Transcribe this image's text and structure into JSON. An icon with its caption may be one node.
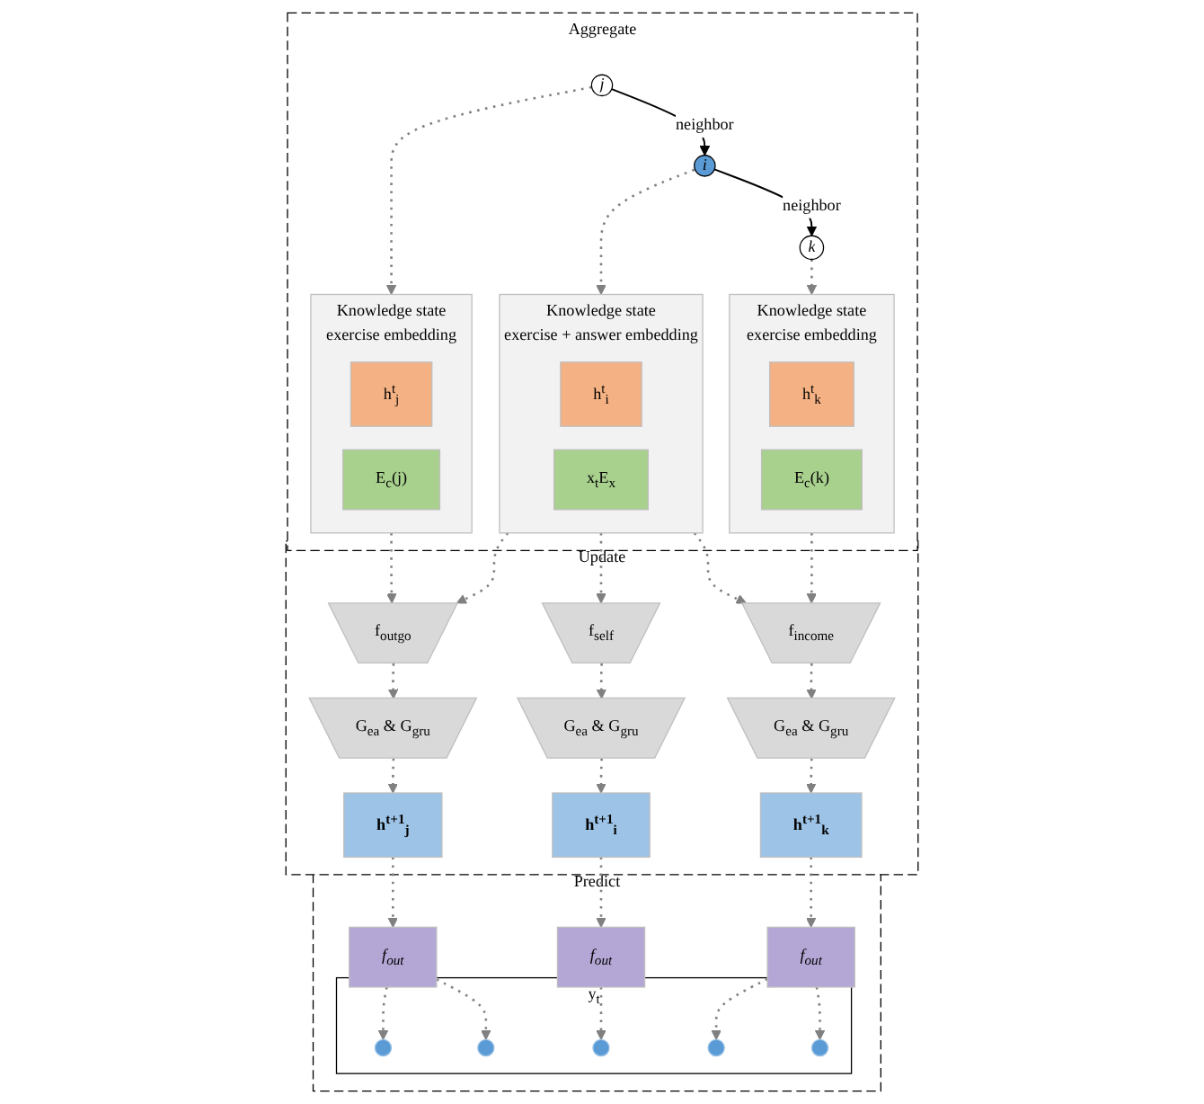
{
  "diagram": {
    "nodes": [
      {
        "text": [
          "Aggregate"
        ]
      },
      {
        "text": [
          "j"
        ],
        "in": 0
      },
      {
        "text": [
          "i"
        ],
        "in": 0
      },
      {
        "text": [
          "k"
        ],
        "in": 0
      },
      {
        "text": [
          "Knowledge state",
          "exercise embedding"
        ],
        "in": 0
      },
      {
        "text": [
          "h$^{t}$$_{j}$"
        ],
        "in": 4
      },
      {
        "text": [
          "E$_{c}$(j)"
        ],
        "in": 4
      },
      {
        "text": [
          "Knowledge state",
          "exercise + answer embedding"
        ],
        "in": 0
      },
      {
        "text": [
          "h$^{t}$$_{i}$"
        ],
        "in": 7
      },
      {
        "text": [
          "x$_{t}$E$_{x}$"
        ],
        "in": 7
      },
      {
        "text": [
          "Knowledge state",
          "exercise embedding"
        ],
        "in": 0
      },
      {
        "text": [
          "h$^{t}$$_{k}$"
        ],
        "in": 10
      },
      {
        "text": [
          "E$_{c}$(k)"
        ],
        "in": 10
      },
      {
        "text": [
          "Update"
        ]
      },
      {
        "text": [
          "f$_{outgo}$"
        ],
        "in": 13
      },
      {
        "text": [
          "G$_{ea}$ & G$_{gru}$"
        ],
        "in": 13
      },
      {
        "text": [
          "h$^{t+1}$$_{j}$"
        ],
        "in": 13
      },
      {
        "text": [
          "f$_{self}$"
        ],
        "in": 13
      },
      {
        "text": [
          "G$_{ea}$ & G$_{gru}$"
        ],
        "in": 13
      },
      {
        "text": [
          "h$^{t+1}$$_{i}$"
        ],
        "in": 13
      },
      {
        "text": [
          "f$_{income}$"
        ],
        "in": 13
      },
      {
        "text": [
          "G$_{ea}$ & G$_{gru}$"
        ],
        "in": 13
      },
      {
        "text": [
          "h$^{t+1}$$_{k}$"
        ],
        "in": 13
      },
      {
        "text": [
          "Predict"
        ]
      },
      {
        "text": [
          "f$_{out}$"
        ],
        "in": 23
      },
      {
        "text": [
          "f$_{out}$"
        ],
        "in": 23
      },
      {
        "text": [
          "f$_{out}$"
        ],
        "in": 23
      },
      {
        "text": [
          "y$_{t}$"
        ],
        "in": 23
      },
      {
        "text": [],
        "shape": "circle",
        "in": 27
      },
      {
        "text": [],
        "shape": "circle",
        "in": 27
      },
      {
        "text": [],
        "shape": "circle",
        "in": 27
      },
      {
        "text": [],
        "shape": "circle",
        "in": 27
      },
      {
        "text": [],
        "shape": "circle",
        "in": 27
      }
    ],
    "edges": [
      {
        "from": 1,
        "to": 2,
        "arrow": "to",
        "label": "neighbor",
        "color": "#000000"
      },
      {
        "from": 2,
        "to": 3,
        "arrow": "to",
        "label": "neighbor",
        "color": "#000000"
      },
      {
        "from": 1,
        "to": 4,
        "arrow": "to",
        "style": "dashed"
      },
      {
        "from": 2,
        "to": 7,
        "arrow": "to",
        "style": "dashed"
      },
      {
        "from": 3,
        "to": 10,
        "arrow": "to",
        "style": "dashed"
      },
      {
        "from": 4,
        "to": 14,
        "arrow": "to",
        "style": "dashed"
      },
      {
        "from": 7,
        "to": 14,
        "arrow": "to",
        "style": "dashed"
      },
      {
        "from": 7,
        "to": 17,
        "arrow": "to",
        "style": "dashed"
      },
      {
        "from": 7,
        "to": 20,
        "arrow": "to",
        "style": "dashed"
      },
      {
        "from": 10,
        "to": 20,
        "arrow": "to",
        "style": "dashed"
      },
      {
        "from": 14,
        "to": 15,
        "arrow": "to",
        "style": "dashed"
      },
      {
        "from": 15,
        "to": 16,
        "arrow": "to",
        "style": "dashed"
      },
      {
        "from": 17,
        "to": 18,
        "arrow": "to",
        "style": "dashed"
      },
      {
        "from": 18,
        "to": 19,
        "arrow": "to",
        "style": "dashed"
      },
      {
        "from": 20,
        "to": 21,
        "arrow": "to",
        "style": "dashed"
      },
      {
        "from": 21,
        "to": 22,
        "arrow": "to",
        "style": "dashed"
      },
      {
        "from": 16,
        "to": 24,
        "arrow": "to",
        "style": "dashed"
      },
      {
        "from": 19,
        "to": 25,
        "arrow": "to",
        "style": "dashed"
      },
      {
        "from": 22,
        "to": 26,
        "arrow": "to",
        "style": "dashed"
      },
      {
        "from": 24,
        "to": 28,
        "arrow": "to",
        "style": "dashed"
      },
      {
        "from": 24,
        "to": 29,
        "arrow": "to",
        "style": "dashed"
      },
      {
        "from": 25,
        "to": 30,
        "arrow": "to",
        "style": "dashed"
      },
      {
        "from": 26,
        "to": 31,
        "arrow": "to",
        "style": "dashed"
      },
      {
        "from": 26,
        "to": 32,
        "arrow": "to",
        "style": "dashed"
      }
    ]
  }
}
